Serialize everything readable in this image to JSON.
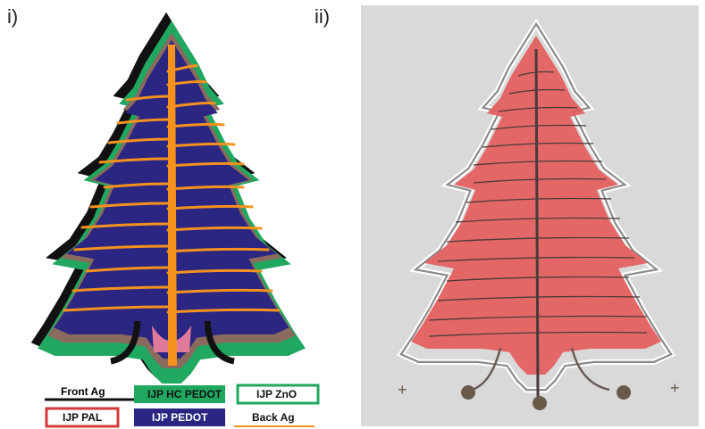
{
  "panels": {
    "left_label": "i)",
    "right_label": "ii)"
  },
  "legend": {
    "front_ag": "Front Ag",
    "ijp_hc_pedot": "IJP HC PEDOT",
    "ijp_zno": "IJP ZnO",
    "ijp_pal": "IJP PAL",
    "ijp_pedot": "IJP PEDOT",
    "back_ag": "Back Ag"
  },
  "colors": {
    "front_ag": "#111111",
    "hc_pedot": "#20a860",
    "zno": "#20a860",
    "pal": "#d43a3a",
    "pedot": "#2b2682",
    "back_ag": "#f5921e",
    "photo_fill": "#e45a5a",
    "photo_line": "#4a3a3a"
  }
}
